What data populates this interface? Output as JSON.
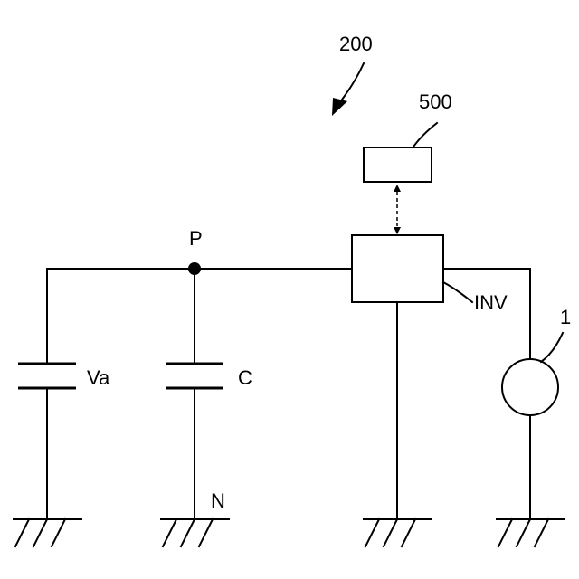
{
  "labels": {
    "system": "200",
    "controller": "500",
    "node_p": "P",
    "node_n": "N",
    "source": "Va",
    "capacitor": "C",
    "inverter": "INV",
    "motor": "1"
  }
}
